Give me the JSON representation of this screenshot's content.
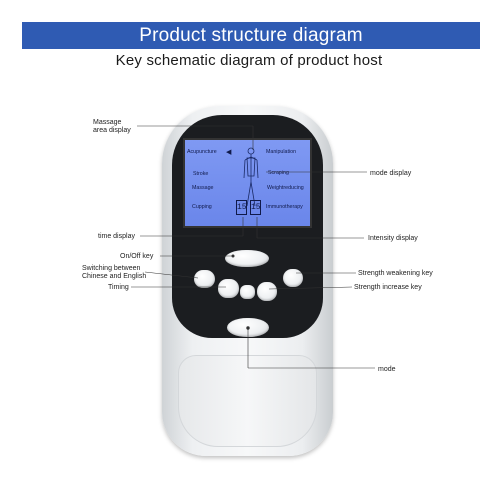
{
  "header": {
    "title": "Product structure diagram",
    "subtitle": "Key schematic diagram of product host",
    "bar_color": "#2f5bb3"
  },
  "lcd": {
    "left_items": [
      "Acupuncture",
      "Stroke",
      "Massage",
      "Cupping"
    ],
    "right_items": [
      "Manipulation",
      "Scraping",
      "Weightreducing",
      "Immunotherapy"
    ],
    "time_value": "15",
    "intensity_value": "15",
    "screen_color": "#6c87ec"
  },
  "annotations": {
    "massage_area": "Massage\narea display",
    "mode_display": "mode display",
    "time_display": "time display",
    "intensity_display": "Intensity display",
    "on_off_key": "On/Off key",
    "switching": "Switching between\nChinese and English",
    "timing": "Timing",
    "strength_weakening": "Strength weakening key",
    "strength_increase": "Strength increase key",
    "mode": "mode"
  },
  "icons": {
    "lcd_arrow": "triangle-left-icon",
    "body_figure": "human-body-icon"
  }
}
